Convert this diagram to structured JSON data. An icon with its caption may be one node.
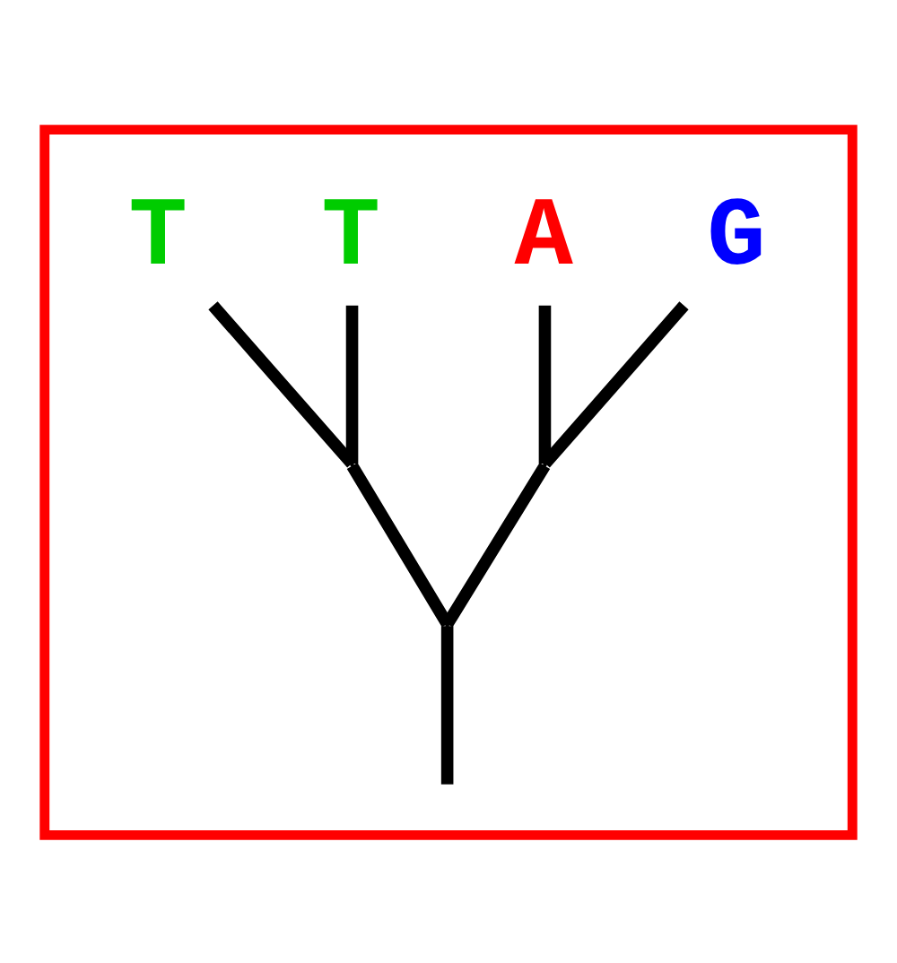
{
  "diagram": {
    "nodes": [
      {
        "text": [],
        "shape": "box"
      },
      {
        "text": [
          "T"
        ],
        "in": 0
      },
      {
        "text": [
          "T"
        ],
        "in": 0
      },
      {
        "text": [
          "A"
        ],
        "in": 0
      },
      {
        "text": [
          "G"
        ],
        "in": 0
      },
      {
        "text": [],
        "shape": "point",
        "in": 0
      },
      {
        "text": [],
        "shape": "point",
        "in": 0
      },
      {
        "text": [],
        "shape": "point",
        "in": 0
      }
    ],
    "edges": [
      {
        "from": 1,
        "to": 5,
        "arrow": "none"
      },
      {
        "from": 2,
        "to": 5,
        "arrow": "none"
      },
      {
        "from": 3,
        "to": 6,
        "arrow": "none"
      },
      {
        "from": 4,
        "to": 6,
        "arrow": "none"
      },
      {
        "from": 5,
        "to": 7,
        "arrow": "none"
      },
      {
        "from": 6,
        "to": 7,
        "arrow": "none"
      },
      {
        "from": 7,
        "to": null,
        "arrow": "none"
      }
    ]
  }
}
